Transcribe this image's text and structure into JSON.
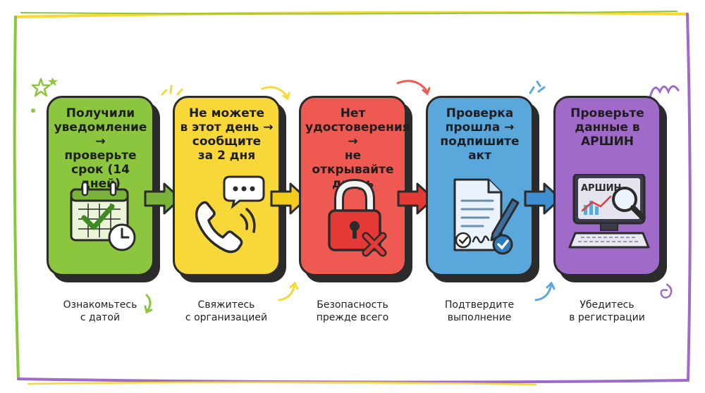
{
  "colors": {
    "green": "#8cc63f",
    "yellow": "#f7d838",
    "red": "#ee5a52",
    "blue": "#5aa7dc",
    "purple": "#a06bc8",
    "outline": "#2b2b2b"
  },
  "steps": [
    {
      "title": "Получили\nуведомление →\nпроверьте\nсрок (14 дней)",
      "caption": "Ознакомьтесь\nс датой",
      "icon": "calendar-clock-icon"
    },
    {
      "title": "Не можете\nв этот день →\nсообщите\nза 2 дня",
      "caption": "Свяжитесь\nс организацией",
      "icon": "phone-call-icon"
    },
    {
      "title": "Нет\nудостоверения →\nне открывайте\nдверь",
      "caption": "Безопасность\nпрежде всего",
      "icon": "padlock-denied-icon"
    },
    {
      "title": "Проверка\nпрошла →\nподпишите\nакт",
      "caption": "Подтвердите\nвыполнение",
      "icon": "signed-document-icon"
    },
    {
      "title": "Проверьте\nданные в\nАРШИН",
      "caption": "Убедитесь\nв регистрации",
      "icon": "computer-search-icon",
      "screen_text": "АРШИН"
    }
  ]
}
